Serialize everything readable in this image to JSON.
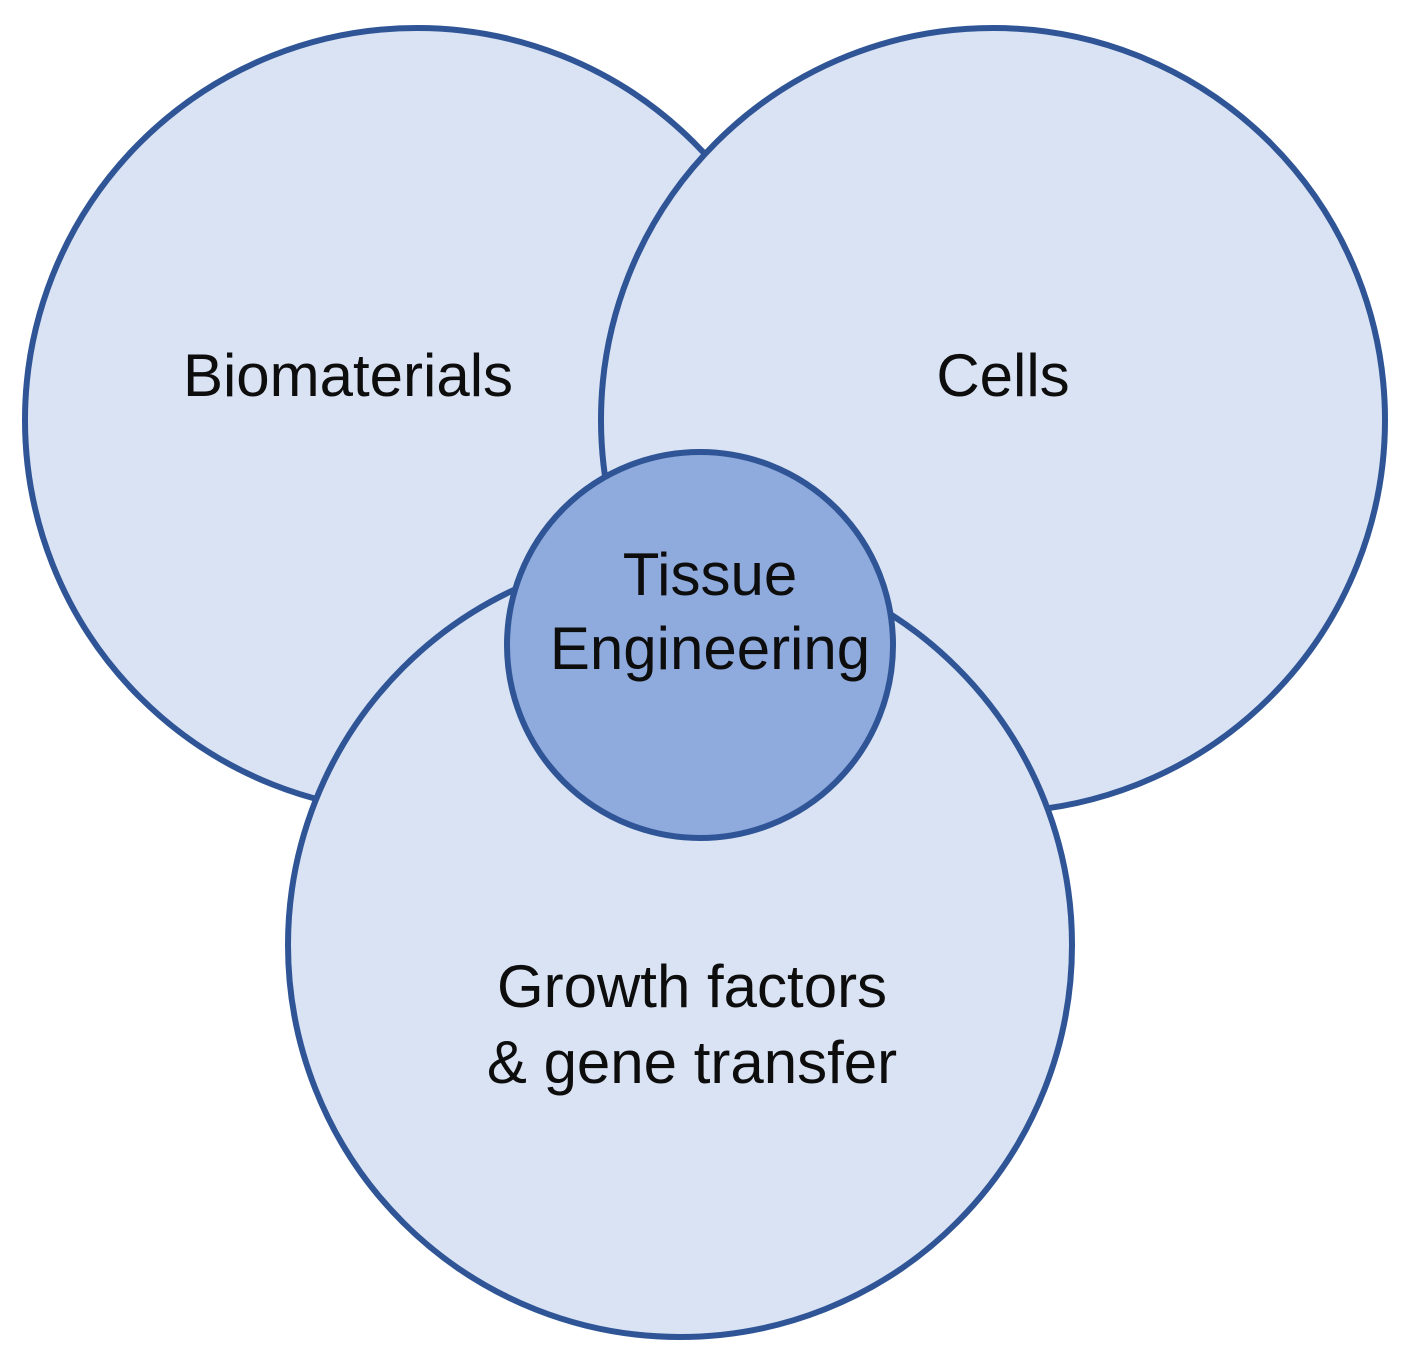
{
  "diagram": {
    "colors": {
      "outer_fill": "#dae3f3",
      "center_fill": "#8faadc",
      "stroke": "#2f5597",
      "text": "#0d0d0d"
    },
    "circles": {
      "biomaterials": {
        "label": "Biomaterials"
      },
      "cells": {
        "label": "Cells"
      },
      "growth_factors": {
        "label_line1": "Growth factors",
        "label_line2": "& gene transfer"
      },
      "center": {
        "label_line1": "Tissue",
        "label_line2": "Engineering"
      }
    }
  }
}
